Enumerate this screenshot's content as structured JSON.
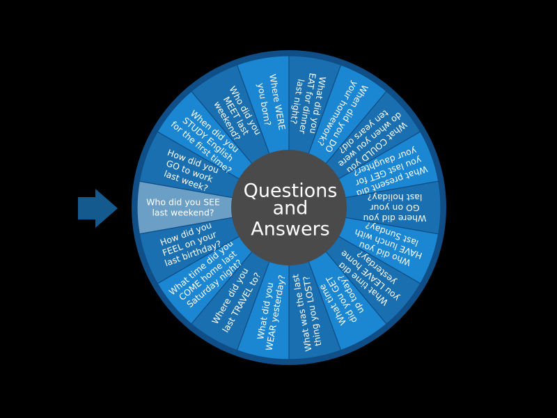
{
  "wheel": {
    "center_text": [
      "Questions",
      "and",
      "Answers"
    ],
    "colors": {
      "ring": "#0f4e86",
      "segment_a": "#1b86d1",
      "segment_b": "#1a6fb0",
      "highlight": "#6c9fc6",
      "hub": "#4a4a4a",
      "text": "#ffffff",
      "pointer": "#155a8f",
      "background": "#000000"
    },
    "selected_index": 0,
    "segments": [
      {
        "label": [
          "Who did you SEE",
          "last weekend?"
        ]
      },
      {
        "label": [
          "How did you",
          "GO to work",
          "last week?"
        ]
      },
      {
        "label": [
          "When did you",
          "STUDY English",
          "for the first time?"
        ]
      },
      {
        "label": [
          "Who did you",
          "MEET last",
          "weekend?"
        ]
      },
      {
        "label": [
          "Where WERE",
          "you born?"
        ],
        "large": true
      },
      {
        "label": [
          "What did you",
          "EAT for dinner",
          "last night?"
        ]
      },
      {
        "label": [
          "When did you DO",
          "your homework?"
        ]
      },
      {
        "label": [
          "What COULD you",
          "do when you were",
          "ten years old?"
        ]
      },
      {
        "label": [
          "What present did",
          "you last GET for",
          "your daughter?"
        ]
      },
      {
        "label": [
          "Where did you",
          "GO on your",
          "last holiday?"
        ]
      },
      {
        "label": [
          "Who did you",
          "HAVE lunch with",
          "last Sunday?"
        ]
      },
      {
        "label": [
          "What time did",
          "you LEAVE home",
          "yesterday?"
        ]
      },
      {
        "label": [
          "What time",
          "did you GET",
          "up today?"
        ]
      },
      {
        "label": [
          "What was the last",
          "thing you LOST?"
        ]
      },
      {
        "label": [
          "What did you",
          "WEAR yesterday?"
        ]
      },
      {
        "label": [
          "Where did you",
          "last TRAVEL to?"
        ],
        "large": true
      },
      {
        "label": [
          "What time did you",
          "COME home last",
          "Saturday night?"
        ]
      },
      {
        "label": [
          "How did you",
          "FEEL on your",
          "last birthday?"
        ]
      }
    ]
  }
}
